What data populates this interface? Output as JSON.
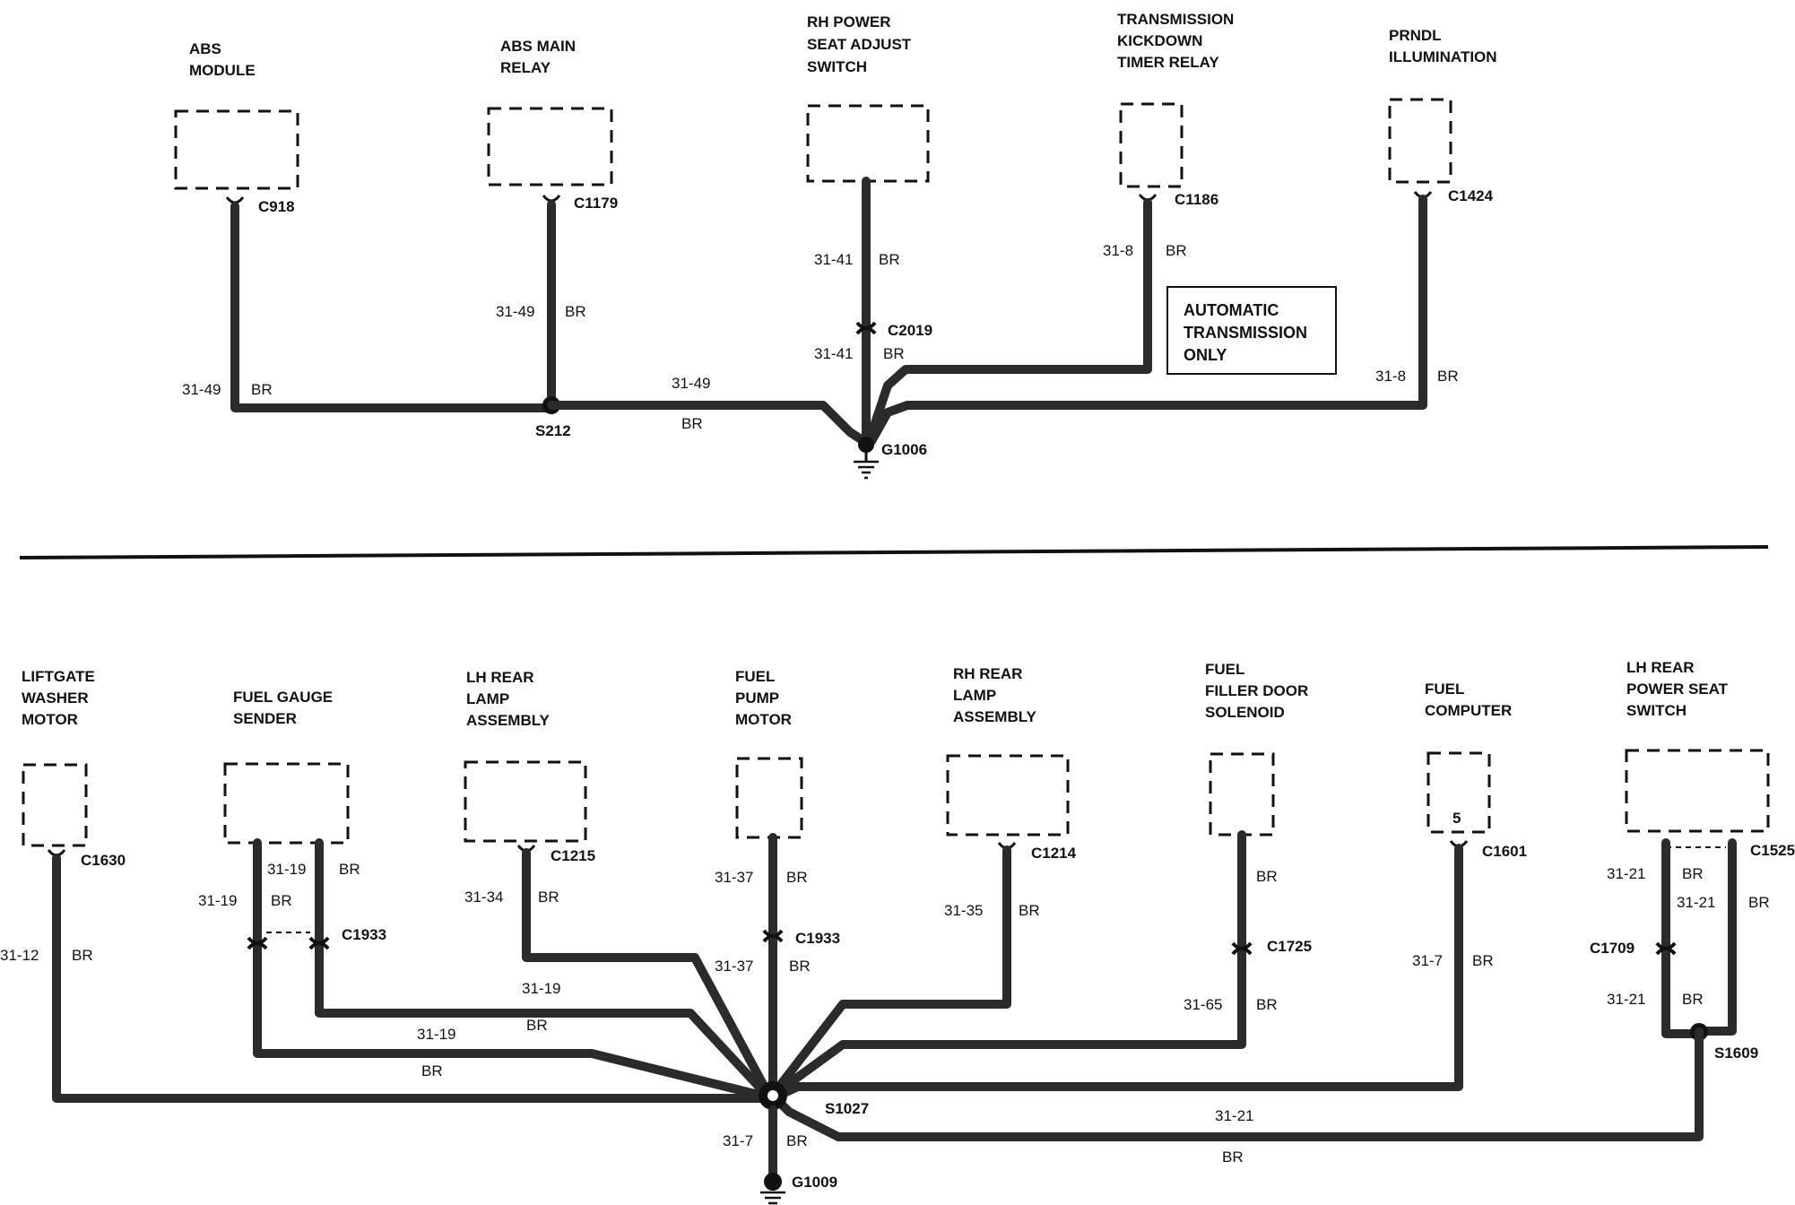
{
  "top": {
    "components": [
      {
        "id": "abs-module",
        "lines": [
          "ABS",
          "MODULE"
        ],
        "connector": "C918"
      },
      {
        "id": "abs-main-relay",
        "lines": [
          "ABS MAIN",
          "RELAY"
        ],
        "connector": "C1179"
      },
      {
        "id": "rh-power-seat-adjust-switch",
        "lines": [
          "RH POWER",
          "SEAT ADJUST",
          "SWITCH"
        ],
        "connector": "C2019"
      },
      {
        "id": "transmission-kickdown-timer-relay",
        "lines": [
          "TRANSMISSION",
          "KICKDOWN",
          "TIMER RELAY"
        ],
        "connector": "C1186"
      },
      {
        "id": "prndl-illumination",
        "lines": [
          "PRNDL",
          "ILLUMINATION"
        ],
        "connector": "C1424"
      }
    ],
    "wire_labels": [
      {
        "circuit": "31-49",
        "color": "BR"
      },
      {
        "circuit": "31-49",
        "color": "BR"
      },
      {
        "circuit": "31-49",
        "color": "BR"
      },
      {
        "circuit": "31-41",
        "color": "BR"
      },
      {
        "circuit": "31-41",
        "color": "BR"
      },
      {
        "circuit": "31-8",
        "color": "BR"
      },
      {
        "circuit": "31-8",
        "color": "BR"
      }
    ],
    "splice": "S212",
    "ground": "G1006",
    "note": [
      "AUTOMATIC",
      "TRANSMISSION",
      "ONLY"
    ]
  },
  "bottom": {
    "components": [
      {
        "id": "liftgate-washer-motor",
        "lines": [
          "LIFTGATE",
          "WASHER",
          "MOTOR"
        ],
        "connector": "C1630"
      },
      {
        "id": "fuel-gauge-sender",
        "lines": [
          "FUEL GAUGE",
          "SENDER"
        ],
        "connector": "C1933"
      },
      {
        "id": "lh-rear-lamp-assembly",
        "lines": [
          "LH REAR",
          "LAMP",
          "ASSEMBLY"
        ],
        "connector": "C1215"
      },
      {
        "id": "fuel-pump-motor",
        "lines": [
          "FUEL",
          "PUMP",
          "MOTOR"
        ],
        "connector": "C1933"
      },
      {
        "id": "rh-rear-lamp-assembly",
        "lines": [
          "RH REAR",
          "LAMP",
          "ASSEMBLY"
        ],
        "connector": "C1214"
      },
      {
        "id": "fuel-filler-door-solenoid",
        "lines": [
          "FUEL",
          "FILLER DOOR",
          "SOLENOID"
        ],
        "connector": "C1725"
      },
      {
        "id": "fuel-computer",
        "lines": [
          "FUEL",
          "COMPUTER"
        ],
        "connector": "C1601",
        "pin": "5"
      },
      {
        "id": "lh-rear-power-seat-switch",
        "lines": [
          "LH REAR",
          "POWER SEAT",
          "SWITCH"
        ],
        "connector": "C1525"
      }
    ],
    "extra_connector": "C1709",
    "wire_labels": [
      {
        "circuit": "31-12",
        "color": "BR"
      },
      {
        "circuit": "31-19",
        "color": "BR"
      },
      {
        "circuit": "31-19",
        "color": "BR"
      },
      {
        "circuit": "31-19",
        "color": "BR"
      },
      {
        "circuit": "31-19",
        "color": "BR"
      },
      {
        "circuit": "31-34",
        "color": "BR"
      },
      {
        "circuit": "31-37",
        "color": "BR"
      },
      {
        "circuit": "31-37",
        "color": "BR"
      },
      {
        "circuit": "31-35",
        "color": "BR"
      },
      {
        "circuit": "",
        "color": "BR"
      },
      {
        "circuit": "31-65",
        "color": "BR"
      },
      {
        "circuit": "31-7",
        "color": "BR"
      },
      {
        "circuit": "31-21",
        "color": "BR"
      },
      {
        "circuit": "31-21",
        "color": "BR"
      },
      {
        "circuit": "31-21",
        "color": "BR"
      },
      {
        "circuit": "31-21",
        "color": "BR"
      },
      {
        "circuit": "31-7",
        "color": "BR"
      }
    ],
    "splices": [
      "S1027",
      "S1609"
    ],
    "ground": "G1009"
  }
}
